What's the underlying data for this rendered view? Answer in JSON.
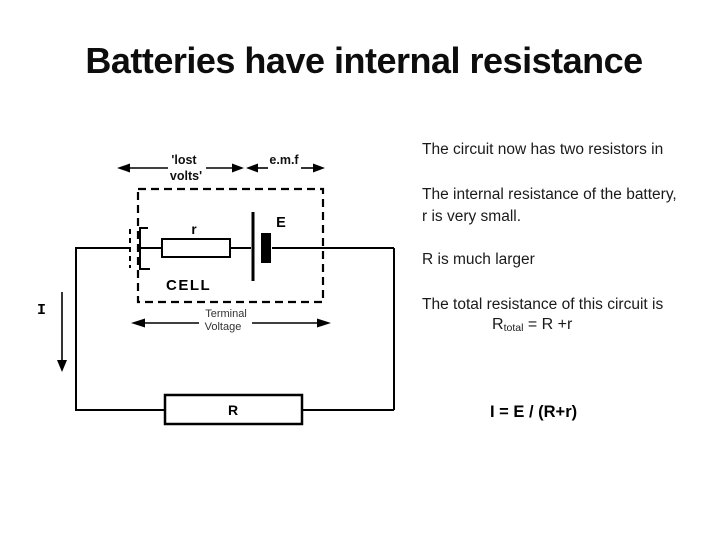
{
  "slide": {
    "title": "Batteries have internal resistance",
    "background_color": "#ffffff",
    "text_color": "#1a1a1a",
    "line_color": "#000000"
  },
  "right_panel": {
    "line1": "The circuit now has two resistors in",
    "line2": "The internal resistance of the battery,",
    "line3": "r is very small.",
    "line4": "R is much larger",
    "line5": "The total resistance of this circuit is",
    "formula_total": {
      "base": "R",
      "sub": "total",
      "rest": " = R +r"
    },
    "formula_current": "I = E / (R+r)"
  },
  "diagram": {
    "labels": {
      "lost_volts_line1": "'lost",
      "lost_volts_line2": "volts'",
      "emf_measure": "e.m.f",
      "internal_resistor": "r",
      "emf_symbol": "E",
      "cell": "CELL",
      "terminal_line1": "Terminal",
      "terminal_line2": "Voltage",
      "current": "I",
      "load_resistor": "R"
    }
  }
}
